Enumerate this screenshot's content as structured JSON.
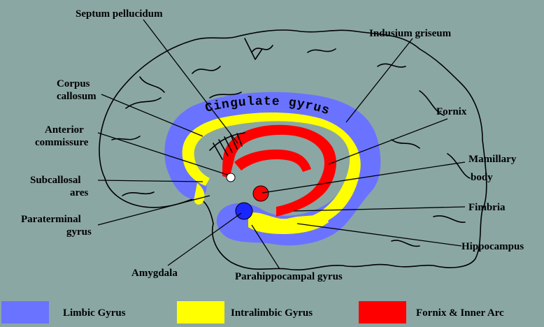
{
  "colors": {
    "background": "#8aa7a4",
    "limbic": "#6a73ff",
    "intralimbic": "#ffff00",
    "fornix": "#ff0000",
    "outline": "#000000"
  },
  "labels": {
    "septum_pellucidum": "Septum pellucidum",
    "indusium_griseum": "Indusium griseum",
    "corpus_callosum_1": "Corpus",
    "corpus_callosum_2": "callosum",
    "fornix": "Fornix",
    "anterior_commissure_1": "Anterior",
    "anterior_commissure_2": "commissure",
    "mamillary_body_1": "Mamillary",
    "mamillary_body_2": "body",
    "subcallosal_area_1": "Subcallosal",
    "subcallosal_area_2": "ares",
    "fimbria": "Fimbria",
    "paraterminal_gyrus_1": "Paraterminal",
    "paraterminal_gyrus_2": "gyrus",
    "hippocampus": "Hippocampus",
    "amygdala": "Amygdala",
    "parahippocampal_gyrus": "Parahippocampal gyrus",
    "cingulate_gyrus": "Cingulate gyrus"
  },
  "legend": [
    {
      "label": "Limbic Gyrus",
      "color": "#6a73ff"
    },
    {
      "label": "Intralimbic Gyrus",
      "color": "#ffff00"
    },
    {
      "label": "Fornix & Inner Arc",
      "color": "#ff0000"
    }
  ]
}
